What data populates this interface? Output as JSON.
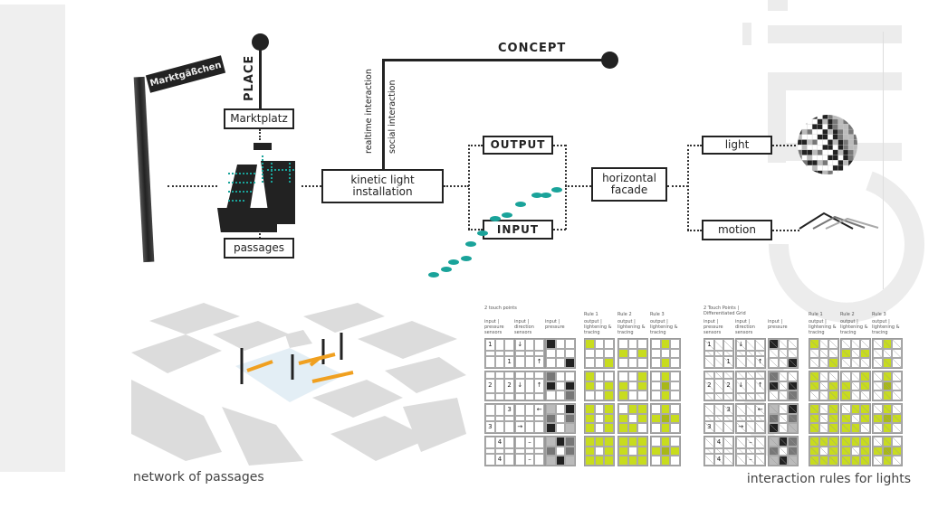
{
  "sign": {
    "street_name": "Marktgäßchen"
  },
  "place": {
    "label": "PLACE",
    "top": "Marktplatz",
    "bottom": "passages"
  },
  "concept": {
    "label": "CONCEPT",
    "side_labels": [
      "realtime interaction",
      "social interaction"
    ],
    "center": "kinetic light installation"
  },
  "io": {
    "output": "OUTPUT",
    "input": "INPUT",
    "facade": "horizontal facade"
  },
  "results": {
    "light": "light",
    "motion": "motion"
  },
  "watermark": "archi",
  "captions": {
    "left": "network of passages",
    "right": "interaction rules for lights"
  },
  "rules": {
    "panel1_title": "2 touch points",
    "panel2_title": "2 Touch Points | Differentiated Grid",
    "input_headers": [
      "input | pressure sensors",
      "input | direction sensors",
      "input | pressure"
    ],
    "rule_titles": [
      "Rule 1",
      "Rule 2",
      "Rule 3"
    ],
    "output_header": "output | lightening & tracing"
  },
  "colors": {
    "teal": "#1aa39a",
    "accent_yellow": "#c8dc1e",
    "ink": "#222222"
  }
}
